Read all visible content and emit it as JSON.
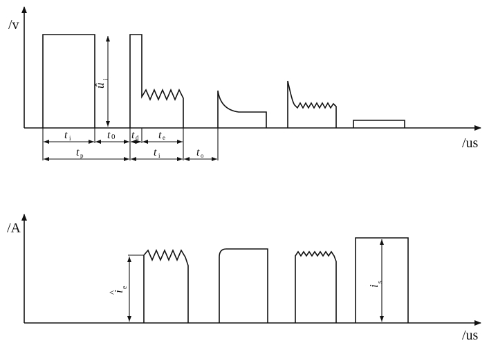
{
  "voltage_plot": {
    "axis_unit_y": "/v",
    "axis_unit_x": "/us",
    "peak_label": "û",
    "peak_label_sub": "i",
    "dim_labels": {
      "ti": "t",
      "ti_sub": "i",
      "t0": "t",
      "t0_sub": "0",
      "td": "t",
      "td_sub": "d",
      "te": "t",
      "te_sub": "e",
      "tp": "t",
      "tp_sub": "p",
      "ti2": "t",
      "ti2_sub": "i",
      "to": "t",
      "to_sub": "o"
    }
  },
  "current_plot": {
    "axis_unit_y": "/A",
    "axis_unit_x": "/us",
    "ie_label": "i",
    "ie_hat": "^",
    "ie_sub": "e",
    "is_label": "i",
    "is_sub": "s"
  }
}
